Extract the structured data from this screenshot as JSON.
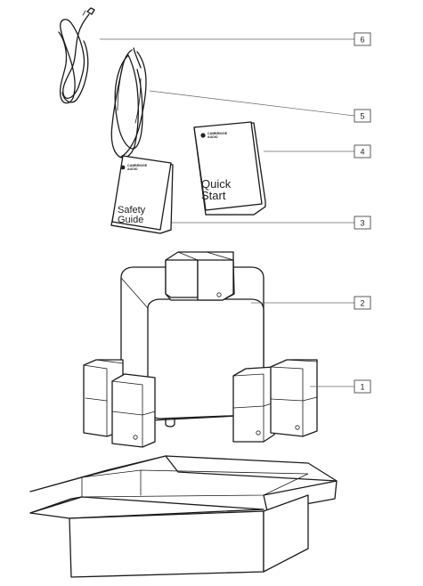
{
  "callouts": [
    {
      "id": "1",
      "label": "1"
    },
    {
      "id": "2",
      "label": "2"
    },
    {
      "id": "3",
      "label": "3"
    },
    {
      "id": "4",
      "label": "4"
    },
    {
      "id": "5",
      "label": "5"
    },
    {
      "id": "6",
      "label": "6"
    }
  ],
  "quick_start": {
    "brand_line1": "CAMBRIDGE",
    "brand_line2": "AUDIO",
    "title_line1": "Quick",
    "title_line2": "Start"
  },
  "safety_guide": {
    "brand_line1": "CAMBRIDGE",
    "brand_line2": "AUDIO",
    "title_line1": "Safety",
    "title_line2": "Guide"
  },
  "icons": [
    "cable-coil-icon",
    "speaker-cable-icon",
    "manual-icon",
    "subwoofer-icon",
    "satellite-speaker-icon",
    "shipping-box-icon"
  ]
}
